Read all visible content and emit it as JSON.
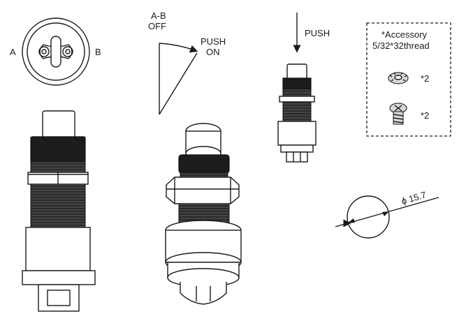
{
  "labels": {
    "terminal_a": "A",
    "terminal_b": "B",
    "state_off": "A-B\nOFF",
    "state_on": "PUSH\nON",
    "push_arrow": "PUSH",
    "accessory_title": "*Accessory",
    "accessory_thread": "5/32*32thread",
    "washer_qty": "*2",
    "screw_qty": "*2",
    "diameter": "ϕ 15.7"
  },
  "colors": {
    "line": "#1a1a1a",
    "body_dark": "#1c1c1c",
    "fill_light": "#d9d9d9"
  }
}
